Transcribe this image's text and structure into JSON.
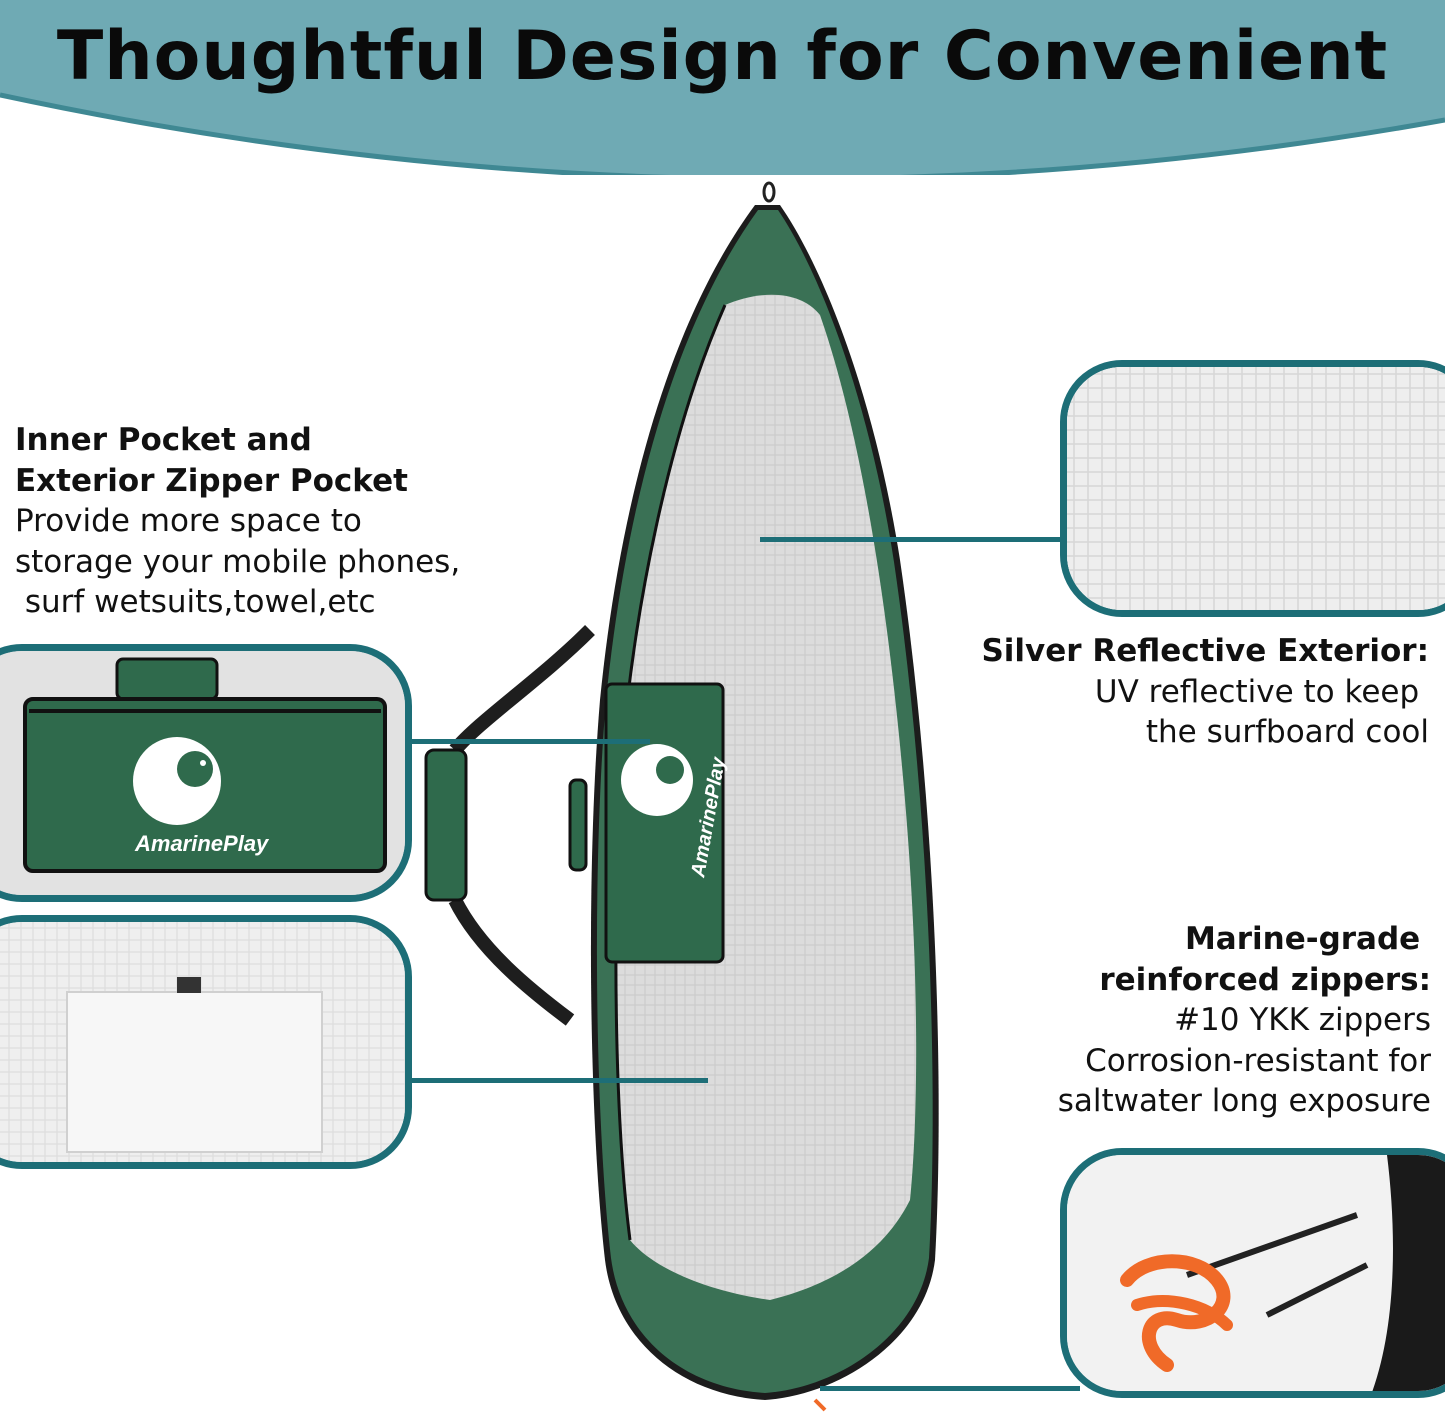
{
  "header": {
    "title": "Thoughtful Design for Convenient",
    "band_color": "#6faab4"
  },
  "colors": {
    "accent": "#1d6e77",
    "bag_green": "#3a7155",
    "silver": "#d8d8d8",
    "zipper_rope": "#f06a28"
  },
  "callouts": {
    "pocket": {
      "heading_line1": "Inner Pocket and",
      "heading_line2": "Exterior Zipper Pocket",
      "body_line1": "Provide more space to",
      "body_line2": "storage your mobile phones,",
      "body_line3": " surf wetsuits,towel,etc"
    },
    "silver": {
      "heading": "Silver Reflective Exterior:",
      "body_line1": "UV reflective to keep ",
      "body_line2": "the surfboard cool"
    },
    "zipper": {
      "heading_line1": "Marine-grade ",
      "heading_line2": "reinforced zippers:",
      "body_line1": "#10 YKK zippers",
      "body_line2": "Corrosion-resistant for",
      "body_line3": "saltwater long exposure"
    }
  },
  "brand": {
    "logo_text": "AmarinePlay"
  }
}
